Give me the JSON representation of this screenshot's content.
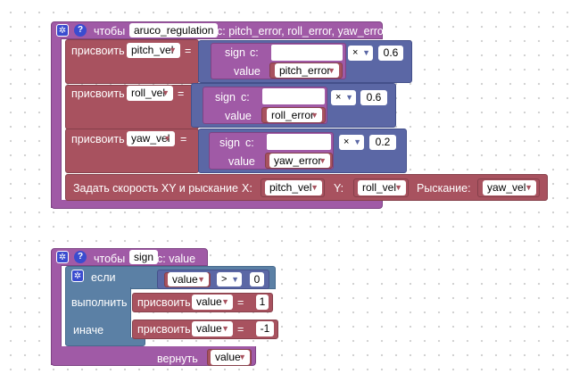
{
  "func1": {
    "header_prefix": "чтобы",
    "name": "aruco_regulation",
    "params": "с: pitch_error, roll_error, yaw_error",
    "assigns": [
      {
        "label": "присвоить",
        "var": "pitch_vel",
        "sign_label": "sign",
        "sign_c": "c:",
        "value_label": "value",
        "value_var": "pitch_error",
        "op": "×",
        "num": "0.6"
      },
      {
        "label": "присвоить",
        "var": "roll_vel",
        "sign_label": "sign",
        "sign_c": "c:",
        "value_label": "value",
        "value_var": "roll_error",
        "op": "×",
        "num": "0.6"
      },
      {
        "label": "присвоить",
        "var": "yaw_vel",
        "sign_label": "sign",
        "sign_c": "c:",
        "value_label": "value",
        "value_var": "yaw_error",
        "op": "×",
        "num": "0.2"
      }
    ],
    "eq": "=",
    "setspeed": {
      "label": "Задать скорость XY и рыскание",
      "x_label": "X:",
      "x_var": "pitch_vel",
      "y_label": "Y:",
      "y_var": "roll_vel",
      "yaw_label": "Рыскание:",
      "yaw_var": "yaw_vel"
    }
  },
  "func2": {
    "header_prefix": "чтобы",
    "name": "sign",
    "params": "с: value",
    "if_label": "если",
    "cond_var": "value",
    "cond_op": ">",
    "cond_num": "0",
    "do_label": "выполнить",
    "else_label": "иначе",
    "assign_label": "присвоить",
    "assign_var": "value",
    "eq": "=",
    "then_num": "1",
    "else_num": "-1",
    "return_label": "вернуть",
    "return_var": "value"
  },
  "colors": {
    "procedure": "#a05aa6",
    "variable": "#a8525f",
    "math": "#5b67a5",
    "logic": "#5b80a5"
  },
  "icons": {
    "settings": "gear-icon",
    "help": "help-icon",
    "dropdown": "dropdown-arrow-icon"
  }
}
